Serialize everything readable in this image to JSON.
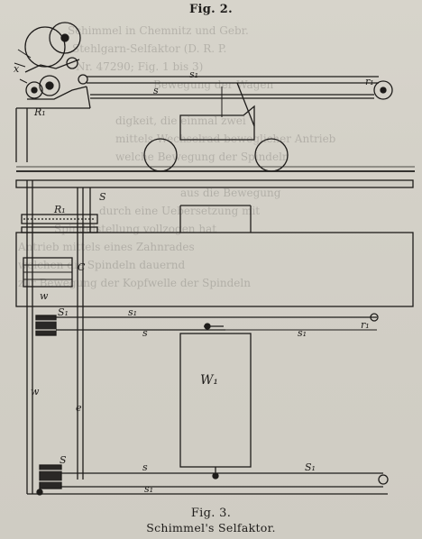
{
  "figure2": {
    "caption": "Fig. 2.",
    "labels": {
      "s1": "s₁",
      "s": "s",
      "r1": "r₁",
      "R1": "R₁",
      "x": "x"
    }
  },
  "figure3": {
    "caption": "Fig. 3.",
    "title": "Schimmel's Selfaktor.",
    "labels": {
      "R1": "R₁",
      "S": "S",
      "C": "C",
      "w_upper": "w",
      "S1_left": "S₁",
      "s1_top": "s₁",
      "s_top": "s",
      "s1_right_top": "s₁",
      "r1": "r₁",
      "W1": "W₁",
      "w_mid": "w",
      "e": "e",
      "S_bottom": "S",
      "s_bottom": "s",
      "S1_bottom": "S₁",
      "s1_bottom": "s₁"
    }
  },
  "bleed_through_text": [
    "Schimmel in Chemnitz und Gebr.",
    "Stehlgarn-Selfaktor (D. R. P.",
    "Nr. 47290; Fig. 1 bis 3)",
    "Bewegung der Wagen",
    "digkeit, die einmal zwei",
    "mittels Wechselrad beweglicher Antrieb",
    "welche Bewegung der Spindeln",
    "aus die Bewegung",
    "durch eine Uebersetzung mit",
    "Spindelstellung vollzogen hat",
    "Antrieb mittels eines Zahnrades",
    "welchen die Spindeln dauernd",
    "zur Bewegung der Kopfwelle der Spindeln"
  ]
}
